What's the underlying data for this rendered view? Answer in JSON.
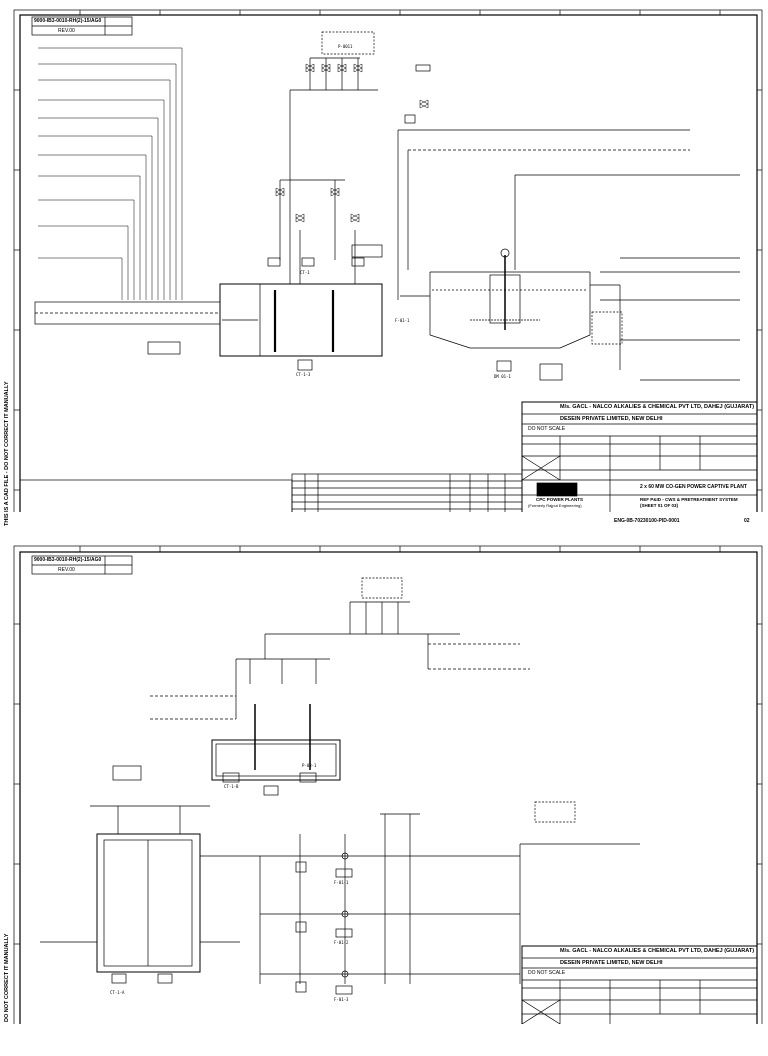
{
  "sheets": [
    {
      "doc_no": "9000-IB3-0010-RH(2)-15/AG0",
      "rev_box": "REV.00",
      "side_warning": "THIS IS A CAD FILE - DO NOT CORRECT IT MANUALLY",
      "owner": "M/s. GACL - NALCO ALKALIES & CHEMICAL PVT LTD, DAHEJ (GUJARAT)",
      "consultant": "DESEIN PRIVATE LIMITED, NEW DELHI",
      "scale_note": "DO NOT SCALE",
      "company": "CPC POWER PLANTS",
      "company_sub": "(Formerly Rajput Engineering)",
      "plant_title": "2 x 60 MW CO-GEN POWER CAPTIVE PLANT",
      "drawing_title": "REF P&ID - CWS & PRETREATMENT SYSTEM (SHEET 01 OF 03)",
      "drawing_no": "ENG-0B-70230100-PID-0001",
      "sheet_no": "02",
      "tags": [
        "CT-1-3",
        "CT-1",
        "DM 01-1",
        "F-01-1",
        "P-0011"
      ]
    },
    {
      "doc_no": "9000-IB3-0010-RH(2)-15/AG0",
      "rev_box": "REV.00",
      "side_warning": "DO NOT CORRECT IT MANUALLY",
      "owner": "M/s. GACL - NALCO ALKALIES & CHEMICAL PVT LTD, DAHEJ (GUJARAT)",
      "consultant": "DESEIN PRIVATE LIMITED, NEW DELHI",
      "scale_note": "DO NOT SCALE",
      "tags": [
        "CT-1-B",
        "CT-1-A",
        "F-01-1",
        "F-01-2",
        "F-01-3",
        "P-03-1"
      ]
    }
  ]
}
